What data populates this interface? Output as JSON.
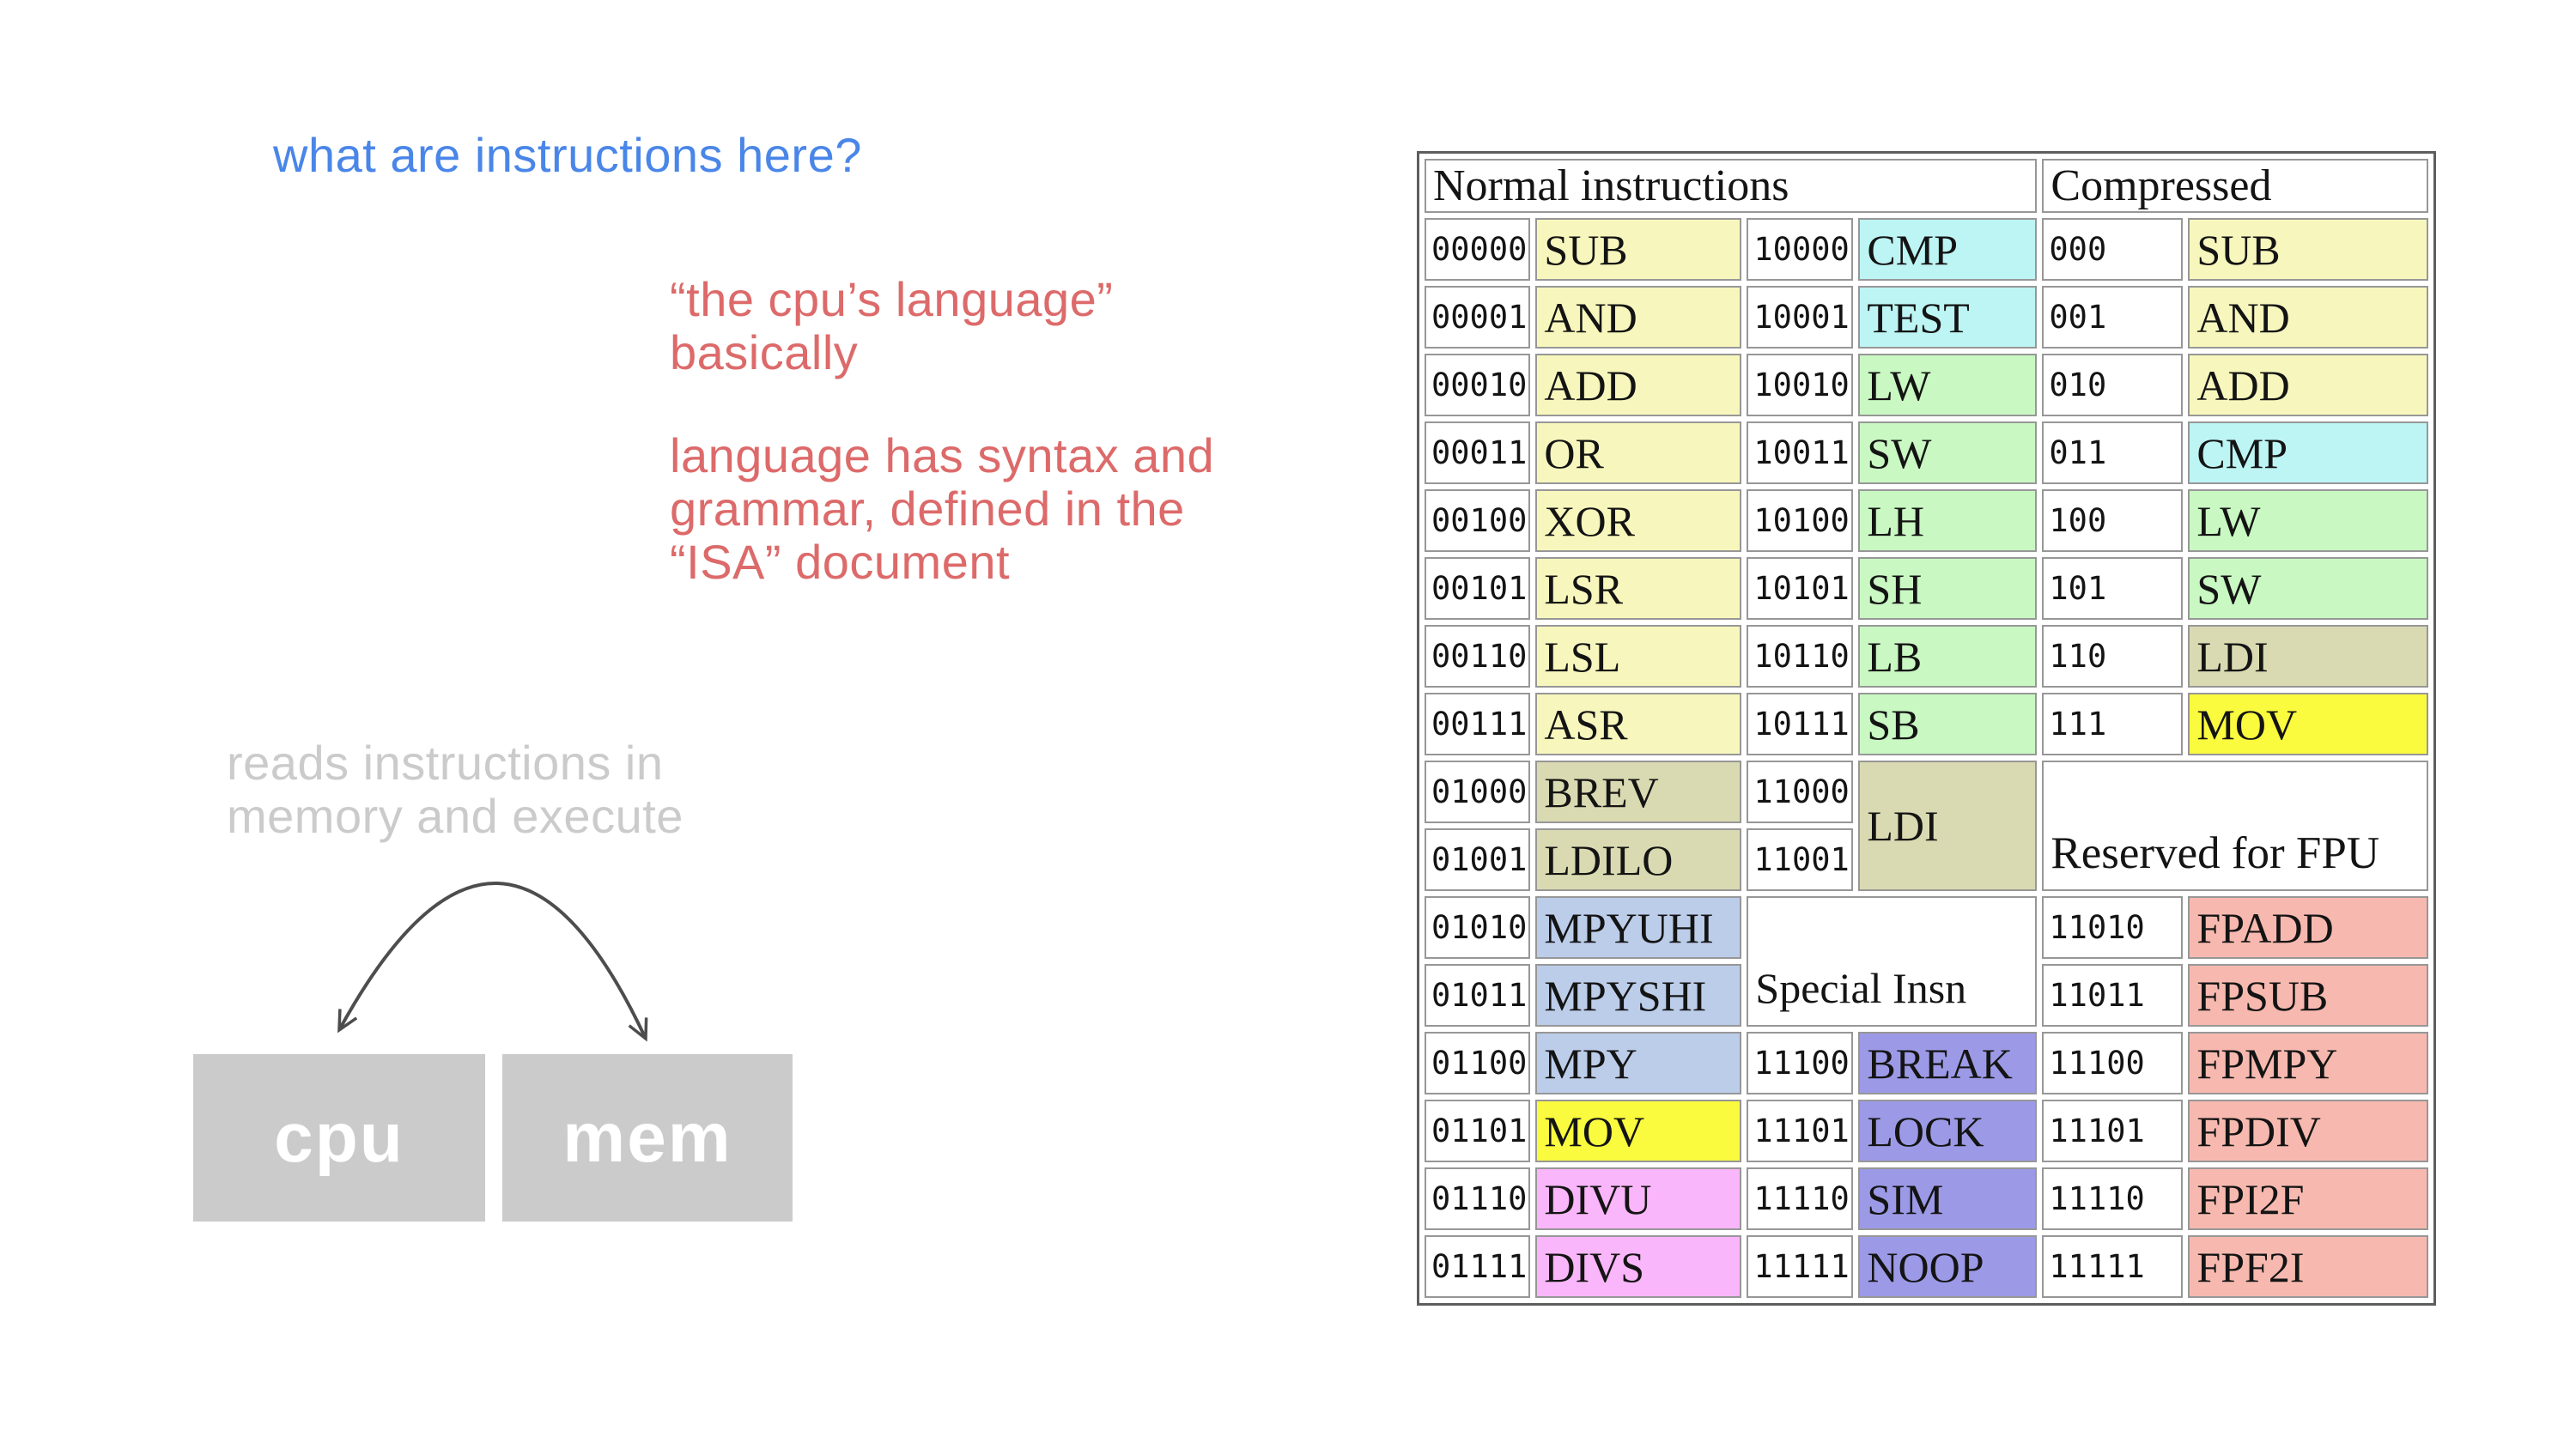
{
  "palette": {
    "heading_blue": "#4a86e8",
    "note_red": "#dd6a6a",
    "muted_gray": "#cbcbcb",
    "box_gray": "#cbcbcb",
    "arrow_gray": "#4d4d4d"
  },
  "annotations": {
    "question": "what are instructions here?",
    "quote": [
      "“the cpu’s language”",
      "basically"
    ],
    "isa_note": [
      "language has syntax and",
      "grammar, defined in the",
      "“ISA” document"
    ],
    "cpu_note": [
      "reads instructions in",
      "memory and execute"
    ]
  },
  "diagram": {
    "cpu_label": "cpu",
    "mem_label": "mem"
  },
  "table": {
    "colors": {
      "white": "#ffffff",
      "paleYellow": "#f7f7bd",
      "cyan": "#bdf4f4",
      "green": "#c9f8c2",
      "khaki": "#dadab2",
      "lightBlue": "#bccdea",
      "brightYellow": "#fafa3e",
      "pink": "#fab6fa",
      "purple": "#9c9ae6",
      "salmon": "#f7b9af"
    },
    "header": [
      {
        "text": "Normal instructions",
        "colspan": 4,
        "name": "normal-instructions-header"
      },
      {
        "text": "Compressed",
        "colspan": 2,
        "name": "compressed-header"
      }
    ],
    "rows": [
      [
        {
          "t": "00000",
          "f": "code"
        },
        {
          "t": "SUB",
          "c": "paleYellow"
        },
        {
          "t": "10000",
          "f": "code"
        },
        {
          "t": "CMP",
          "c": "cyan"
        },
        {
          "t": "000",
          "f": "code"
        },
        {
          "t": "SUB",
          "c": "paleYellow"
        }
      ],
      [
        {
          "t": "00001",
          "f": "code"
        },
        {
          "t": "AND",
          "c": "paleYellow"
        },
        {
          "t": "10001",
          "f": "code"
        },
        {
          "t": "TEST",
          "c": "cyan"
        },
        {
          "t": "001",
          "f": "code"
        },
        {
          "t": "AND",
          "c": "paleYellow"
        }
      ],
      [
        {
          "t": "00010",
          "f": "code"
        },
        {
          "t": "ADD",
          "c": "paleYellow"
        },
        {
          "t": "10010",
          "f": "code"
        },
        {
          "t": "LW",
          "c": "green"
        },
        {
          "t": "010",
          "f": "code"
        },
        {
          "t": "ADD",
          "c": "paleYellow"
        }
      ],
      [
        {
          "t": "00011",
          "f": "code"
        },
        {
          "t": "OR",
          "c": "paleYellow"
        },
        {
          "t": "10011",
          "f": "code"
        },
        {
          "t": "SW",
          "c": "green"
        },
        {
          "t": "011",
          "f": "code"
        },
        {
          "t": "CMP",
          "c": "cyan"
        }
      ],
      [
        {
          "t": "00100",
          "f": "code"
        },
        {
          "t": "XOR",
          "c": "paleYellow"
        },
        {
          "t": "10100",
          "f": "code"
        },
        {
          "t": "LH",
          "c": "green"
        },
        {
          "t": "100",
          "f": "code"
        },
        {
          "t": "LW",
          "c": "green"
        }
      ],
      [
        {
          "t": "00101",
          "f": "code"
        },
        {
          "t": "LSR",
          "c": "paleYellow"
        },
        {
          "t": "10101",
          "f": "code"
        },
        {
          "t": "SH",
          "c": "green"
        },
        {
          "t": "101",
          "f": "code"
        },
        {
          "t": "SW",
          "c": "green"
        }
      ],
      [
        {
          "t": "00110",
          "f": "code"
        },
        {
          "t": "LSL",
          "c": "paleYellow"
        },
        {
          "t": "10110",
          "f": "code"
        },
        {
          "t": "LB",
          "c": "green"
        },
        {
          "t": "110",
          "f": "code"
        },
        {
          "t": "LDI",
          "c": "khaki"
        }
      ],
      [
        {
          "t": "00111",
          "f": "code"
        },
        {
          "t": "ASR",
          "c": "paleYellow"
        },
        {
          "t": "10111",
          "f": "code"
        },
        {
          "t": "SB",
          "c": "green"
        },
        {
          "t": "111",
          "f": "code"
        },
        {
          "t": "MOV",
          "c": "brightYellow"
        }
      ],
      [
        {
          "t": "01000",
          "f": "code"
        },
        {
          "t": "BREV",
          "c": "khaki"
        },
        {
          "t": "11000",
          "f": "code"
        },
        {
          "t": "LDI",
          "c": "khaki",
          "rs": 2
        },
        {
          "t": "Reserved for FPU",
          "c": "white",
          "cs": 2,
          "rs": 2,
          "n": "reserved-fpu-cell"
        }
      ],
      [
        {
          "t": "01001",
          "f": "code"
        },
        {
          "t": "LDILO",
          "c": "khaki"
        },
        {
          "t": "11001",
          "f": "code"
        }
      ],
      [
        {
          "t": "01010",
          "f": "code"
        },
        {
          "t": "MPYUHI",
          "c": "lightBlue"
        },
        {
          "t": "Special Insn",
          "c": "white",
          "cs": 2,
          "rs": 2,
          "n": "special-insn-cell"
        },
        {
          "t": "11010",
          "f": "code"
        },
        {
          "t": "FPADD",
          "c": "salmon"
        }
      ],
      [
        {
          "t": "01011",
          "f": "code"
        },
        {
          "t": "MPYSHI",
          "c": "lightBlue"
        },
        {
          "t": "11011",
          "f": "code"
        },
        {
          "t": "FPSUB",
          "c": "salmon"
        }
      ],
      [
        {
          "t": "01100",
          "f": "code"
        },
        {
          "t": "MPY",
          "c": "lightBlue"
        },
        {
          "t": "11100",
          "f": "code"
        },
        {
          "t": "BREAK",
          "c": "purple"
        },
        {
          "t": "11100",
          "f": "code"
        },
        {
          "t": "FPMPY",
          "c": "salmon"
        }
      ],
      [
        {
          "t": "01101",
          "f": "code"
        },
        {
          "t": "MOV",
          "c": "brightYellow"
        },
        {
          "t": "11101",
          "f": "code"
        },
        {
          "t": "LOCK",
          "c": "purple"
        },
        {
          "t": "11101",
          "f": "code"
        },
        {
          "t": "FPDIV",
          "c": "salmon"
        }
      ],
      [
        {
          "t": "01110",
          "f": "code"
        },
        {
          "t": "DIVU",
          "c": "pink"
        },
        {
          "t": "11110",
          "f": "code"
        },
        {
          "t": "SIM",
          "c": "purple"
        },
        {
          "t": "11110",
          "f": "code"
        },
        {
          "t": "FPI2F",
          "c": "salmon"
        }
      ],
      [
        {
          "t": "01111",
          "f": "code"
        },
        {
          "t": "DIVS",
          "c": "pink"
        },
        {
          "t": "11111",
          "f": "code"
        },
        {
          "t": "NOOP",
          "c": "purple"
        },
        {
          "t": "11111",
          "f": "code"
        },
        {
          "t": "FPF2I",
          "c": "salmon"
        }
      ]
    ]
  }
}
